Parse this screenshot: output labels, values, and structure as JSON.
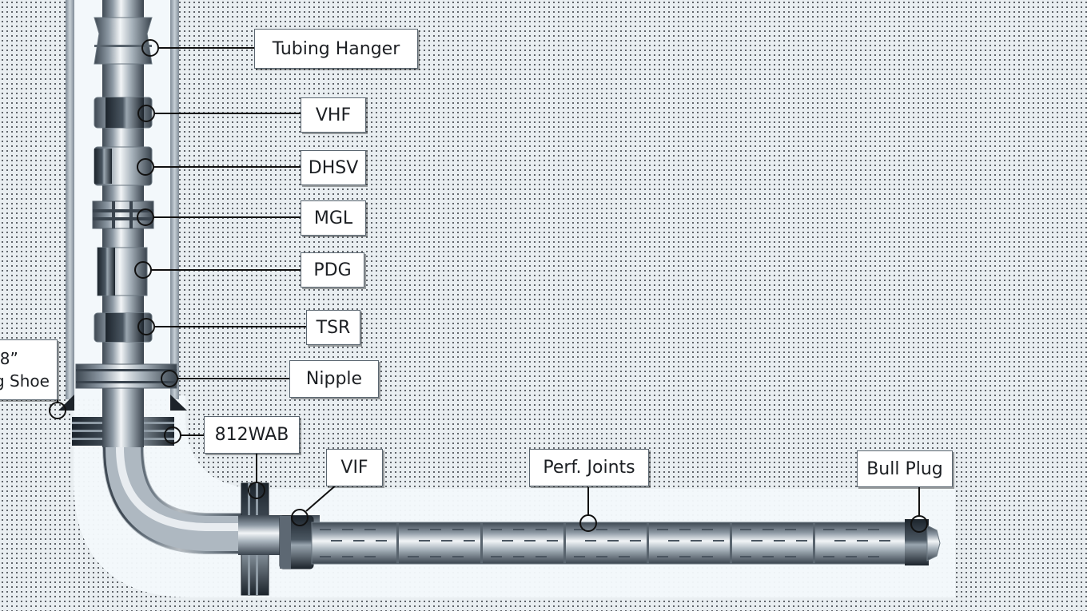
{
  "diagram": {
    "labels": {
      "tubing_hanger": "Tubing Hanger",
      "vhf": "VHF",
      "dhsv": "DHSV",
      "mgl": "MGL",
      "pdg": "PDG",
      "tsr": "TSR",
      "nipple": "Nipple",
      "wab": "812WAB",
      "vif": "VIF",
      "perf_joints": "Perf. Joints",
      "bull_plug": "Bull Plug",
      "casing_shoe_line1": "/8”",
      "casing_shoe_line2": "g Shoe"
    },
    "colors": {
      "background": "#e9eef1",
      "casing": "#aeb8c1",
      "wellbore_fill": "#f2f7fa",
      "pipe_dark": "#4a5560",
      "pipe_light": "#eef2f5",
      "component_dark": "#26303a",
      "leader": "#111111"
    }
  }
}
